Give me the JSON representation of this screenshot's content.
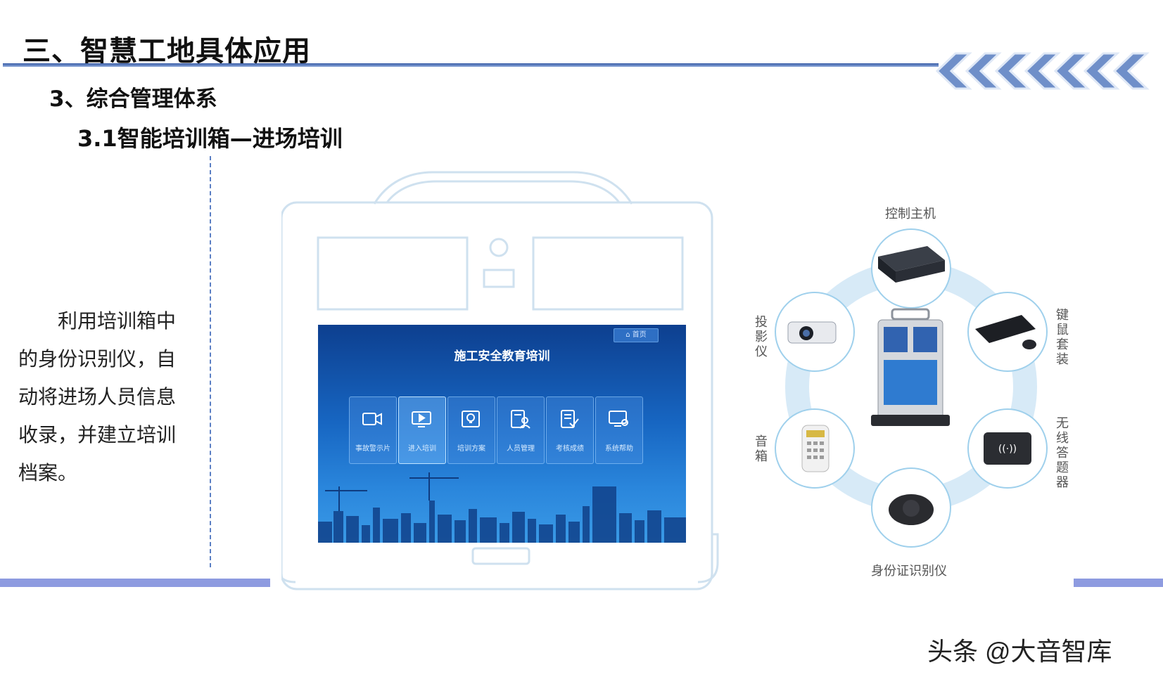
{
  "header": {
    "title": "三、智慧工地具体应用",
    "subtitle": "3、综合管理体系",
    "section": "3.1智能培训箱—进场培训"
  },
  "description": "利用培训箱中的身份识别仪，自动将进场人员信息收录，并建立培训档案。",
  "screen": {
    "title": "施工安全教育培训",
    "home_label": "首页",
    "tiles": [
      {
        "label": "事故警示片",
        "icon": "video-camera-icon"
      },
      {
        "label": "进入培训",
        "icon": "monitor-play-icon"
      },
      {
        "label": "培训方案",
        "icon": "lightbulb-board-icon"
      },
      {
        "label": "人员管理",
        "icon": "person-document-icon"
      },
      {
        "label": "考核成绩",
        "icon": "checklist-icon"
      },
      {
        "label": "系统帮助",
        "icon": "gear-monitor-icon"
      }
    ]
  },
  "components": {
    "top": "控制主机",
    "left_top": "投影仪",
    "right_top": "键鼠套装",
    "left_bottom": "音箱",
    "right_bottom": "无线答题器",
    "bottom": "身份证识别仪"
  },
  "watermark": "头条 @大音智库",
  "colors": {
    "title_rule": "#3b5ea8",
    "accent_bar": "#8e9be0",
    "ring": "#cfe6f6",
    "screen_blue": "#1766c2"
  }
}
